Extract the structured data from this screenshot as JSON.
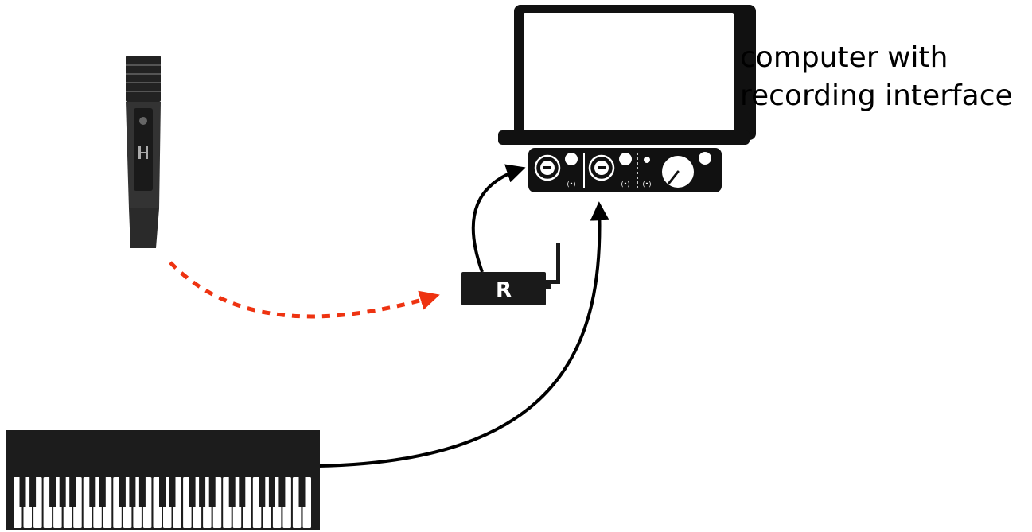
{
  "computer": {
    "label_line1": "computer with",
    "label_line2": "recording interface",
    "icon": "laptop-icon"
  },
  "interface": {
    "icon": "audio-interface-icon",
    "indicator_glyph": "(•)"
  },
  "receiver": {
    "letter": "R",
    "icon": "wireless-receiver-icon"
  },
  "microphone": {
    "icon": "wireless-microphone-icon"
  },
  "keyboard": {
    "icon": "piano-keyboard-icon"
  },
  "colors": {
    "wireless_link": "#ee3311",
    "cable": "#000000",
    "device_dark": "#222222",
    "background": "#ffffff"
  }
}
